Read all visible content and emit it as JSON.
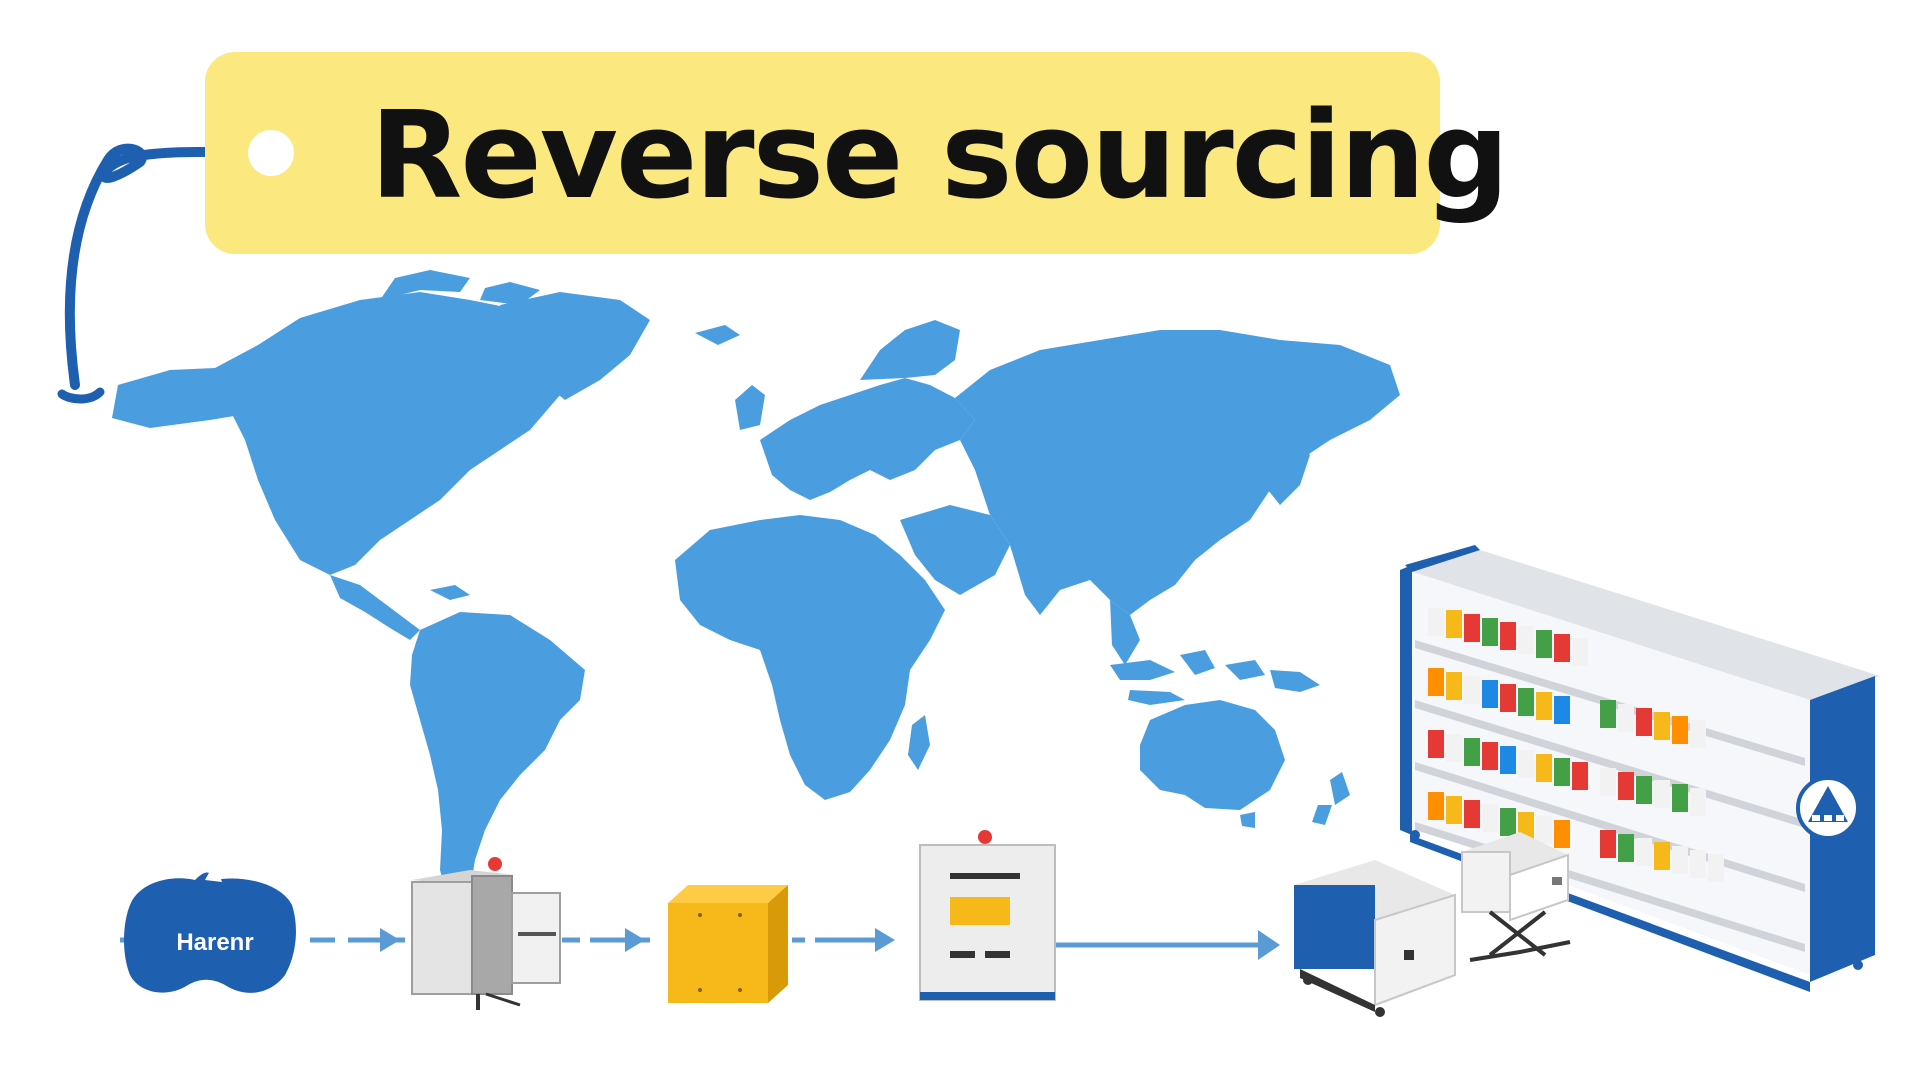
{
  "title": "Reverse sourcing",
  "badge_text": "Harenr",
  "colors": {
    "tag_background": "#fbe87e",
    "map_blue": "#4a9ee0",
    "brand_blue": "#1565c0",
    "arrow_blue": "#5b9bd5",
    "box_yellow": "#f7b81a",
    "alert_red": "#e53935"
  },
  "icons": [
    "string-hook-icon",
    "world-map",
    "factory-badge-icon",
    "machine-icon",
    "yellow-box-icon",
    "document-icon",
    "cart-icon",
    "printer-icon",
    "store-shelf-icon",
    "drop-logo-icon"
  ]
}
